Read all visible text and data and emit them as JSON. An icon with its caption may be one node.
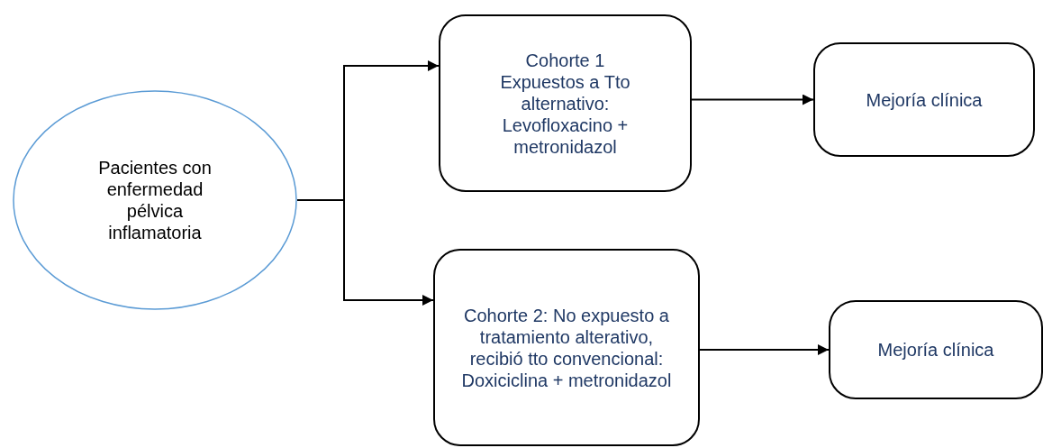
{
  "diagram": {
    "nodes": [
      {
        "text": [
          "Pacientes con enfermedad pélvica inflamatoria"
        ]
      },
      {
        "text": [
          "Cohorte 1 Expuestos a Tto alternativo: Levofloxacino + metronidazol"
        ]
      },
      {
        "text": [
          "Mejoría clínica"
        ]
      },
      {
        "text": [
          "Cohorte 2: No expuesto a tratamiento alterativo, recibió tto convencional: Doxiciclina + metronidazol"
        ]
      },
      {
        "text": [
          "Mejoría clínica"
        ]
      }
    ],
    "edges": [
      {
        "from": 0,
        "to": 1,
        "arrow": "to"
      },
      {
        "from": 0,
        "to": 3,
        "arrow": "to"
      },
      {
        "from": 1,
        "to": 2,
        "arrow": "to"
      },
      {
        "from": 3,
        "to": 4,
        "arrow": "to"
      }
    ]
  }
}
